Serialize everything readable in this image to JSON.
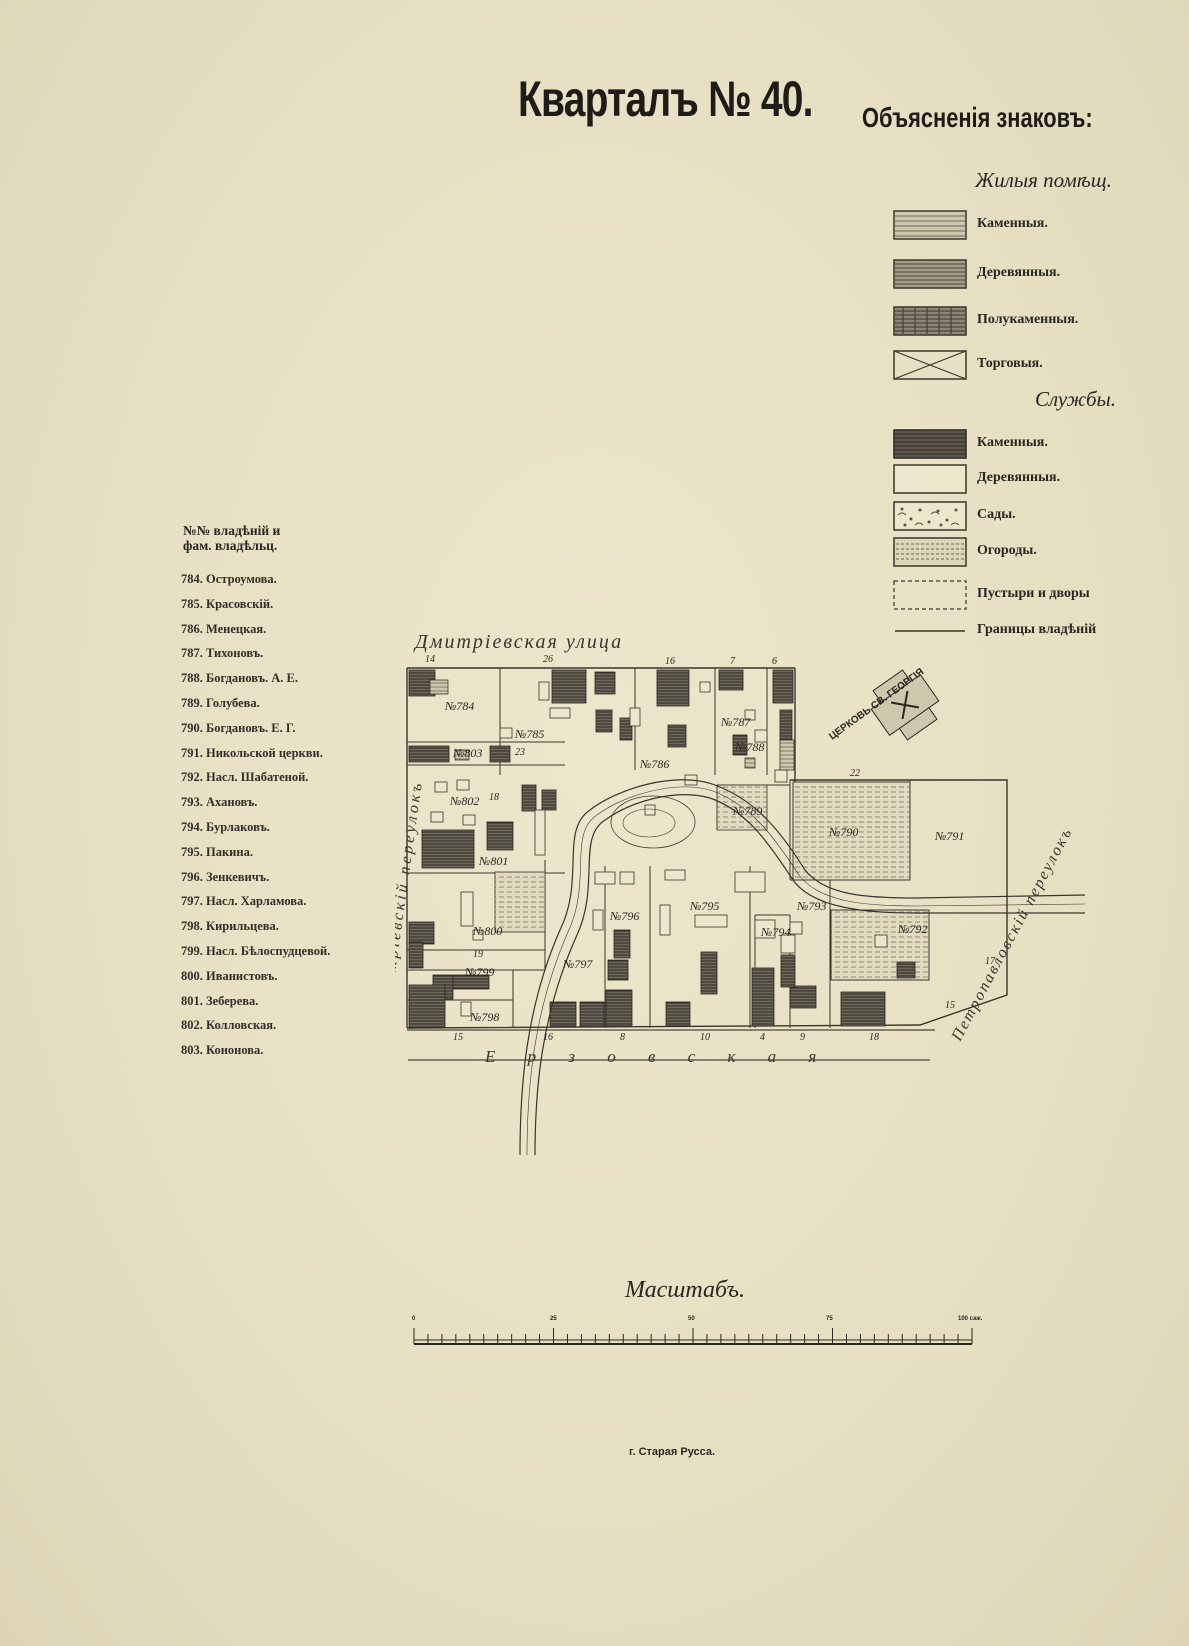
{
  "title": "Кварталъ № 40.",
  "legend": {
    "title": "Объясненія знаковъ:",
    "group_dwelling": "Жилыя помѣщ.",
    "group_services": "Службы.",
    "items": [
      {
        "label": "Каменныя.",
        "pattern": "stone"
      },
      {
        "label": "Деревянныя.",
        "pattern": "wood"
      },
      {
        "label": "Полукаменныя.",
        "pattern": "half"
      },
      {
        "label": "Торговыя.",
        "pattern": "trade"
      },
      {
        "label": "Каменныя.",
        "pattern": "svc_stone"
      },
      {
        "label": "Деревянныя.",
        "pattern": "svc_wood"
      },
      {
        "label": "Сады.",
        "pattern": "garden"
      },
      {
        "label": "Огороды.",
        "pattern": "veg"
      },
      {
        "label": "Пустыри и дворы",
        "pattern": "yard"
      },
      {
        "label": "Границы владѣній",
        "pattern": "border"
      }
    ]
  },
  "owners": {
    "heading_line1": "№№ владѣній и",
    "heading_line2": "фам. владѣльц.",
    "items": [
      "784. Остроумова.",
      "785. Красовскій.",
      "786. Менецкая.",
      "787. Тихоновъ.",
      "788. Богдановъ. А. Е.",
      "789. Голубева.",
      "790. Богдановъ. Е. Г.",
      "791. Никольской церкви.",
      "792. Насл. Шабатеной.",
      "793. Ахановъ.",
      "794. Бурлаковъ.",
      "795. Пакина.",
      "796. Зенкевичъ.",
      "797. Насл. Харламова.",
      "798. Кирильцева.",
      "799. Насл. Бѣлоспудцевой.",
      "800. Иванистовъ.",
      "801. Зеберева.",
      "802. Колловская.",
      "803. Кононова."
    ]
  },
  "map": {
    "streets": {
      "top": "Дмитріевская улица",
      "bottom": "Е р з о в с к а я",
      "left": "Дмитріевскій переулокъ",
      "right": "Петропавловскій переулокъ"
    },
    "church": "ЦЕРКОВЬ СВ. ГЕОРГІЯ",
    "parcels": [
      "№784",
      "№785",
      "№786",
      "№787",
      "№788",
      "№789",
      "№790",
      "№791",
      "№792",
      "№793",
      "№794",
      "№795",
      "№796",
      "№797",
      "№798",
      "№799",
      "№800",
      "№801",
      "№802",
      "№803"
    ],
    "house_numbers": [
      "14",
      "26",
      "16",
      "7",
      "6",
      "22",
      "15",
      "16",
      "8",
      "10",
      "4",
      "9",
      "18",
      "15",
      "23",
      "19",
      "17",
      "18"
    ]
  },
  "scale": {
    "title": "Масштабъ.",
    "ticks": [
      "0",
      "25",
      "50",
      "75",
      "100 саж."
    ]
  },
  "footer": "г. Старая Русса."
}
